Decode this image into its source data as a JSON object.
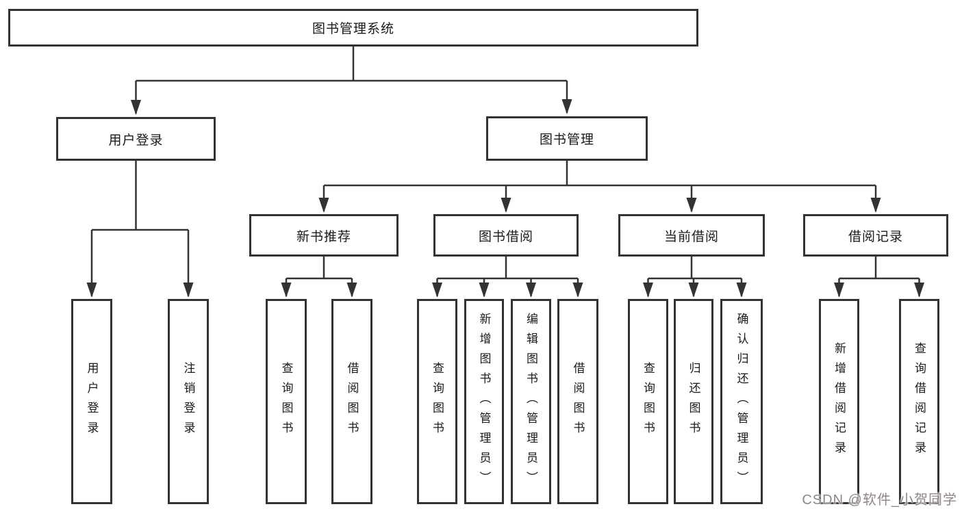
{
  "diagram_title": "图书管理系统",
  "tree": {
    "root": {
      "label": "图书管理系统"
    },
    "level2": [
      {
        "label": "用户登录"
      },
      {
        "label": "图书管理"
      }
    ],
    "level3": [
      {
        "label": "新书推荐"
      },
      {
        "label": "图书借阅"
      },
      {
        "label": "当前借阅"
      },
      {
        "label": "借阅记录"
      }
    ],
    "leaves": {
      "user_login": [
        {
          "label": "用户登录"
        },
        {
          "label": "注销登录"
        }
      ],
      "new_book_recommend": [
        {
          "label": "查询图书"
        },
        {
          "label": "借阅图书"
        }
      ],
      "book_borrow": [
        {
          "label": "查询图书"
        },
        {
          "label": "新增图书（管理员）"
        },
        {
          "label": "编辑图书（管理员）"
        },
        {
          "label": "借阅图书"
        }
      ],
      "current_borrow": [
        {
          "label": "查询图书"
        },
        {
          "label": "归还图书"
        },
        {
          "label": "确认归还（管理员）"
        }
      ],
      "borrow_record": [
        {
          "label": "新增借阅记录"
        },
        {
          "label": "查询借阅记录"
        }
      ]
    }
  },
  "watermark": {
    "text": "CSDN @软件_小贺同学"
  },
  "colors": {
    "background": "#ffffff",
    "box_border": "#333333",
    "connector": "#333333",
    "text": "#1a1a1a",
    "watermark": "#8f8787"
  }
}
